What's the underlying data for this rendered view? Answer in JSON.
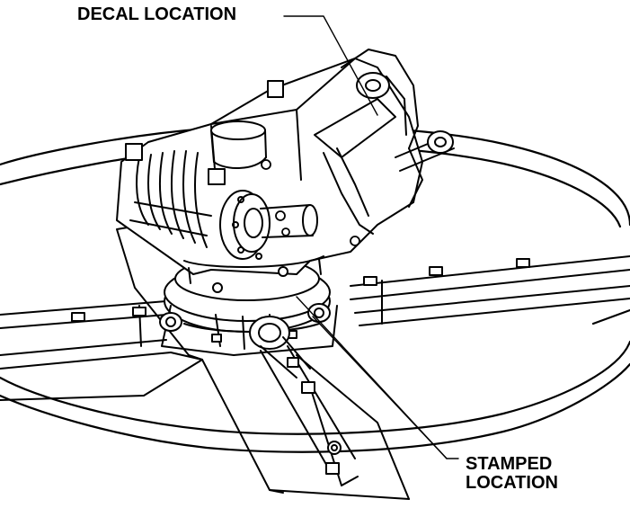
{
  "diagram": {
    "callouts": {
      "decal_location": "DECAL LOCATION",
      "stamped_line1": "STAMPED",
      "stamped_line2": "LOCATION"
    },
    "colors": {
      "ink": "#000000",
      "paper": "#ffffff",
      "shade": "#d9d9d9"
    }
  }
}
